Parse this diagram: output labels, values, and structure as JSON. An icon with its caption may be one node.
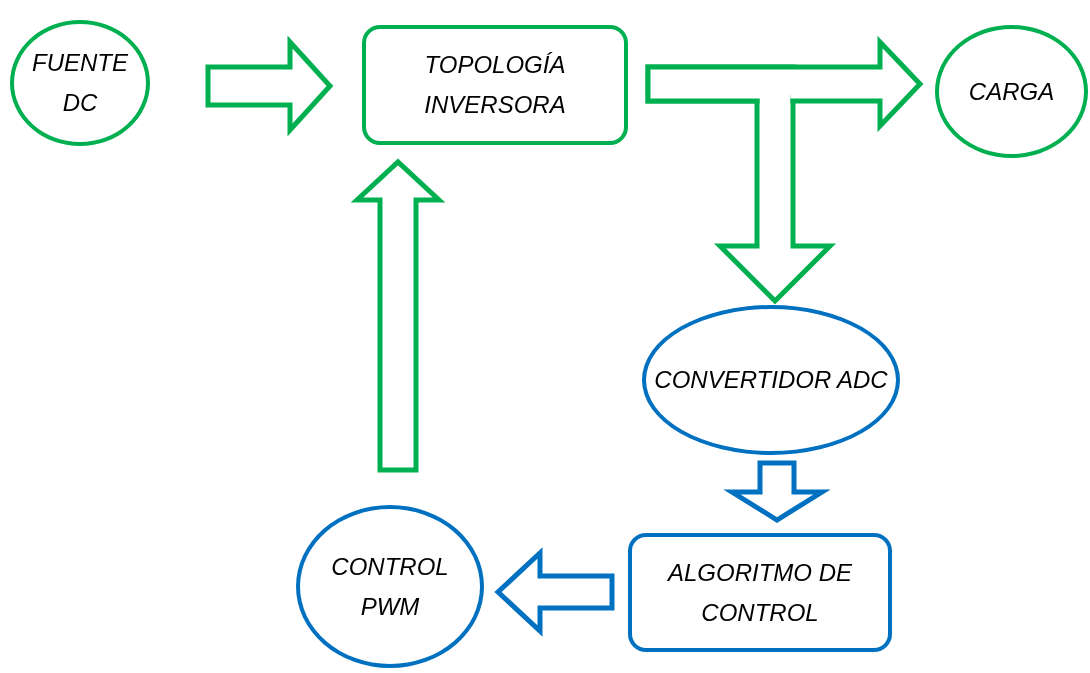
{
  "diagram": {
    "nodes": [
      {
        "text": [
          "FUENTE DC"
        ]
      },
      {
        "text": [
          "TOPOLOGÍA INVERSORA"
        ]
      },
      {
        "text": [
          "CARGA"
        ]
      },
      {
        "text": [
          "CONVERTIDOR ADC"
        ]
      },
      {
        "text": [
          "ALGORITMO DE CONTROL"
        ]
      },
      {
        "text": [
          "CONTROL PWM"
        ]
      }
    ],
    "edges": [
      {
        "from": 0,
        "to": 1,
        "arrow": "to"
      },
      {
        "from": 1,
        "to": 2,
        "arrow": "to"
      },
      {
        "from": 1,
        "to": 3,
        "arrow": "to"
      },
      {
        "from": 3,
        "to": 4,
        "arrow": "to",
        "color": "#0070c0"
      },
      {
        "from": 4,
        "to": 5,
        "arrow": "to",
        "color": "#0070c0"
      },
      {
        "from": 5,
        "to": 1,
        "arrow": "to"
      }
    ]
  }
}
